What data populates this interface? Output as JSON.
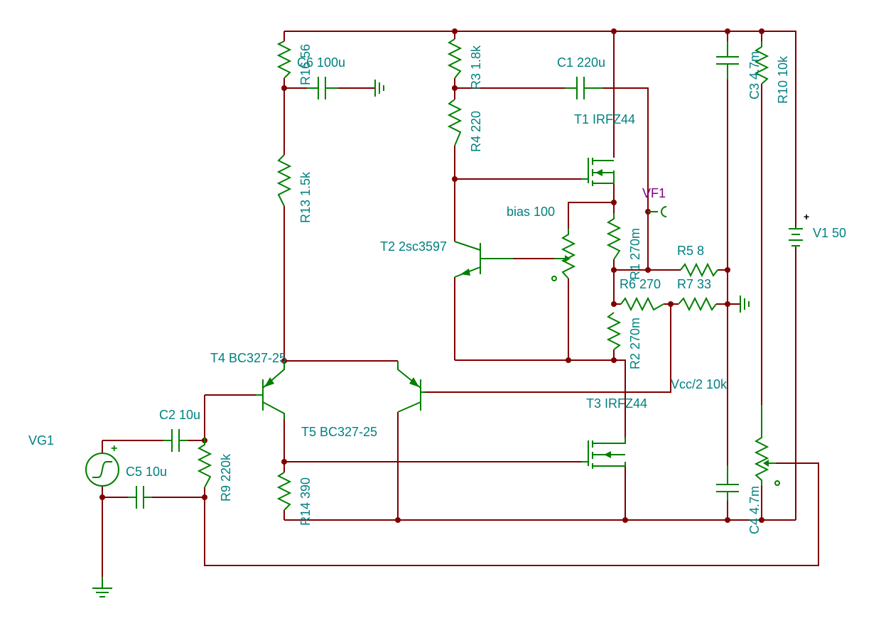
{
  "labels": {
    "r16": "R16 56",
    "c6": "C6 100u",
    "r3": "R3 1.8k",
    "c1": "C1 220u",
    "c3": "C3 4.7m",
    "r10": "R10 10k",
    "r4": "R4 220",
    "t1": "T1 IRFZ44",
    "r13": "R13 1.5k",
    "vf1": "VF1",
    "bias": "bias 100",
    "v1": "V1 50",
    "t2": "T2 2sc3597",
    "r1": "R1 270m",
    "r5": "R5 8",
    "r6": "R6 270",
    "r7": "R7 33",
    "r2": "R2 270m",
    "t4": "T4 BC327-25",
    "vcc2": "Vcc/2 10k",
    "t3": "T3 IRFZ44",
    "c2": "C2 10u",
    "vg1": "VG1",
    "t5": "T5 BC327-25",
    "c5": "C5 10u",
    "r9": "R9 220k",
    "r14": "R14 390",
    "c4": "C4 4.7m"
  },
  "markers": {
    "plus": "+"
  },
  "colors": {
    "wire": "#800000",
    "component": "#008000",
    "label": "#008080",
    "probe_label": "#800080"
  }
}
